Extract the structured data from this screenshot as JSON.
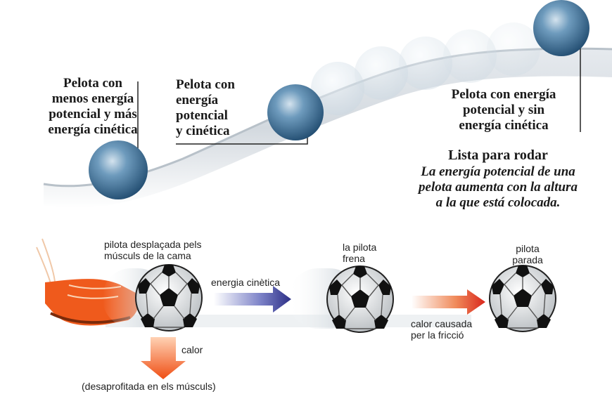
{
  "top": {
    "label_low": [
      "Pelota con",
      "menos energía",
      "potencial y más",
      "energía cinética"
    ],
    "label_mid": [
      "Pelota con",
      "energía",
      "potencial",
      "y cinética"
    ],
    "label_high": [
      "Pelota con energía",
      "potencial y sin",
      "energía cinética"
    ],
    "heading": "Lista para rodar",
    "note": [
      "La energía potencial de una",
      "pelota aumenta con la altura",
      "a la que está colocada."
    ]
  },
  "bottom": {
    "label_start": [
      "pilota desplaçada pels",
      "músculs de la cama"
    ],
    "label_kinetic": "energia cinètica",
    "label_brake": [
      "la pilota",
      "frena"
    ],
    "label_stop": [
      "pilota",
      "parada"
    ],
    "label_heat": "calor",
    "label_wasted": "(desaprofitada en els músculs)",
    "label_friction": [
      "calor causada",
      "per la fricció"
    ]
  }
}
